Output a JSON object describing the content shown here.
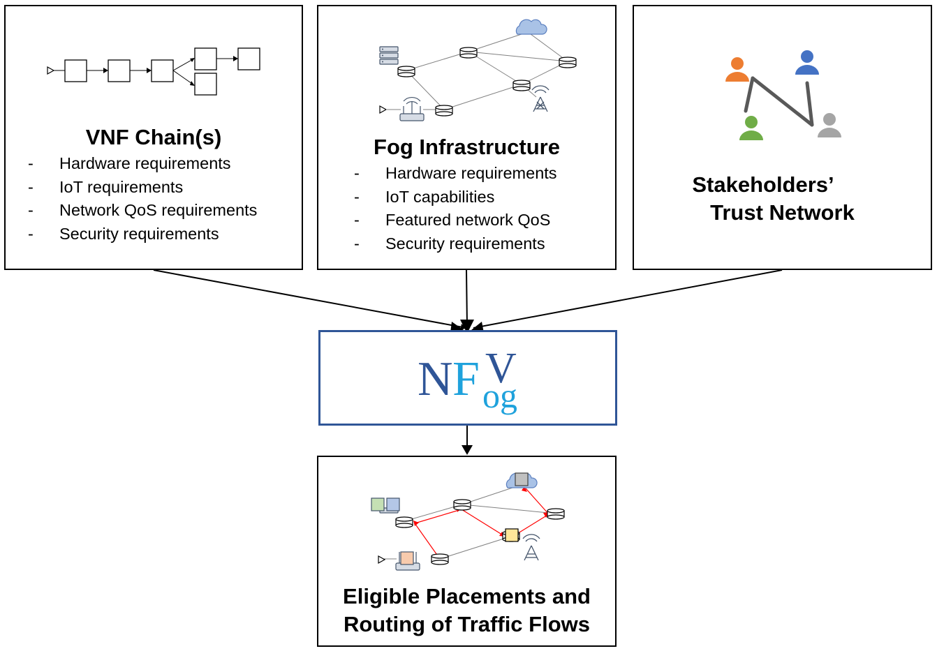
{
  "vnf": {
    "title": "VNF Chain(s)",
    "items": [
      "Hardware requirements",
      "IoT requirements",
      "Network QoS requirements",
      "Security requirements"
    ]
  },
  "fog": {
    "title": "Fog Infrastructure",
    "items": [
      "Hardware requirements",
      "IoT capabilities",
      "Featured network QoS",
      "Security requirements"
    ]
  },
  "stakeholders": {
    "title_line1": "Stakeholders’",
    "title_line2": "Trust Network"
  },
  "logo": {
    "n": "N",
    "f": "F",
    "v": "V",
    "og": "og"
  },
  "result": {
    "title_line1": "Eligible Placements and",
    "title_line2": "Routing of Traffic Flows"
  },
  "colors": {
    "border": "#000000",
    "logo_border": "#2f5597",
    "logo_dark": "#2f5597",
    "logo_light": "#1fa2dc",
    "flow_red": "#ff0000",
    "person_orange": "#ed7d31",
    "person_blue": "#4472c4",
    "person_green": "#70ad47",
    "person_gray": "#a5a5a5"
  },
  "dash": "-"
}
